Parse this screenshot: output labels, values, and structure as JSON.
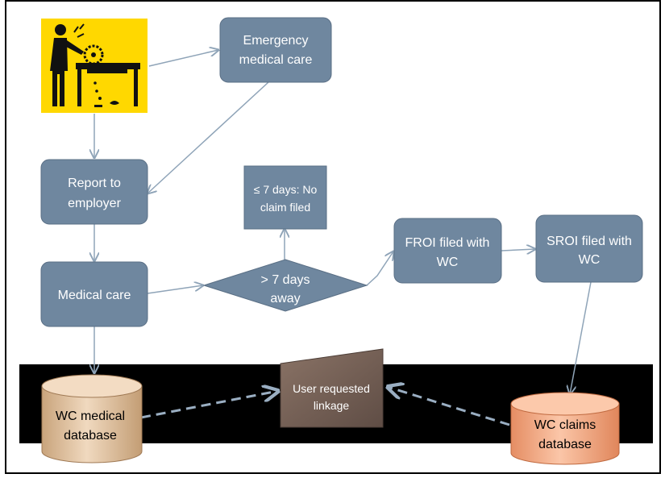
{
  "colors": {
    "box_fill": "#6f879f",
    "box_stroke": "#5a6f85",
    "arrow": "#8fa4b8",
    "dashed_arrow": "#9aaec2",
    "band": "#000000",
    "icon_bg": "#ffd800",
    "medical_db": "#ddbf9c",
    "claims_db": "#f4a882",
    "linkage_box": "#7a665c"
  },
  "nodes": {
    "emergency": [
      "Emergency",
      "medical care"
    ],
    "report": [
      "Report to",
      "employer"
    ],
    "medical": [
      "Medical care"
    ],
    "no_claim": [
      "≤ 7 days: No",
      "claim filed"
    ],
    "decision": [
      "> 7 days",
      "away"
    ],
    "froi": [
      "FROI filed with",
      "WC"
    ],
    "sroi": [
      "SROI filed with",
      "WC"
    ],
    "linkage": [
      "User requested",
      "linkage"
    ],
    "medical_db": [
      "WC medical",
      "database"
    ],
    "claims_db": [
      "WC claims",
      "database"
    ]
  },
  "icons": {
    "injury": "worker-table-saw-icon"
  }
}
